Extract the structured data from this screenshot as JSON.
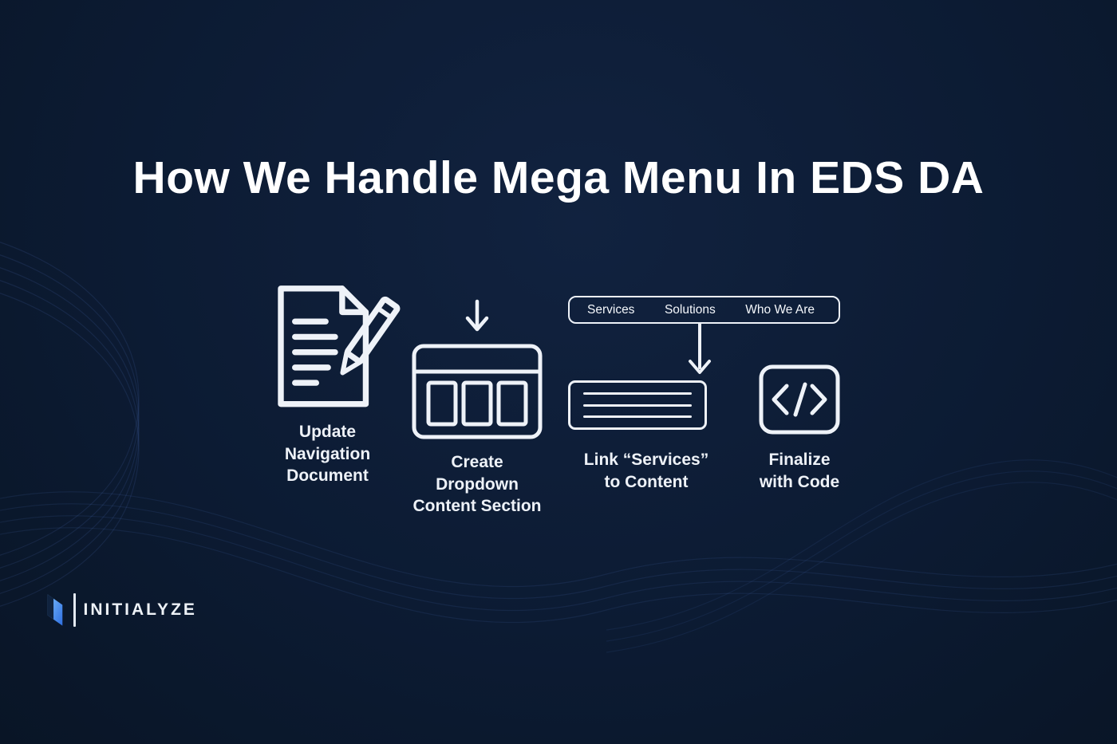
{
  "slide": {
    "title": "How We Handle Mega Menu In EDS DA",
    "background_color": "#0c1b33",
    "text_color": "#eef2f8"
  },
  "brand": {
    "name": "INITIALYZE",
    "accent_color": "#3f7fe0"
  },
  "steps": [
    {
      "id": "update-navigation-document",
      "icon": "document-pencil-icon",
      "label": "Update\nNavigation\nDocument"
    },
    {
      "id": "create-dropdown-content-section",
      "icon": "dropdown-window-icon",
      "label": "Create\nDropdown\nContent Section"
    },
    {
      "id": "link-services-to-content",
      "icon": "menu-bar-with-arrow-to-content-icon",
      "label": "Link “Services”\nto Content"
    },
    {
      "id": "finalize-with-code",
      "icon": "code-icon",
      "label": "Finalize\nwith Code"
    }
  ],
  "menu_bar": {
    "items": [
      "Services",
      "Solutions",
      "Who We Are"
    ]
  }
}
